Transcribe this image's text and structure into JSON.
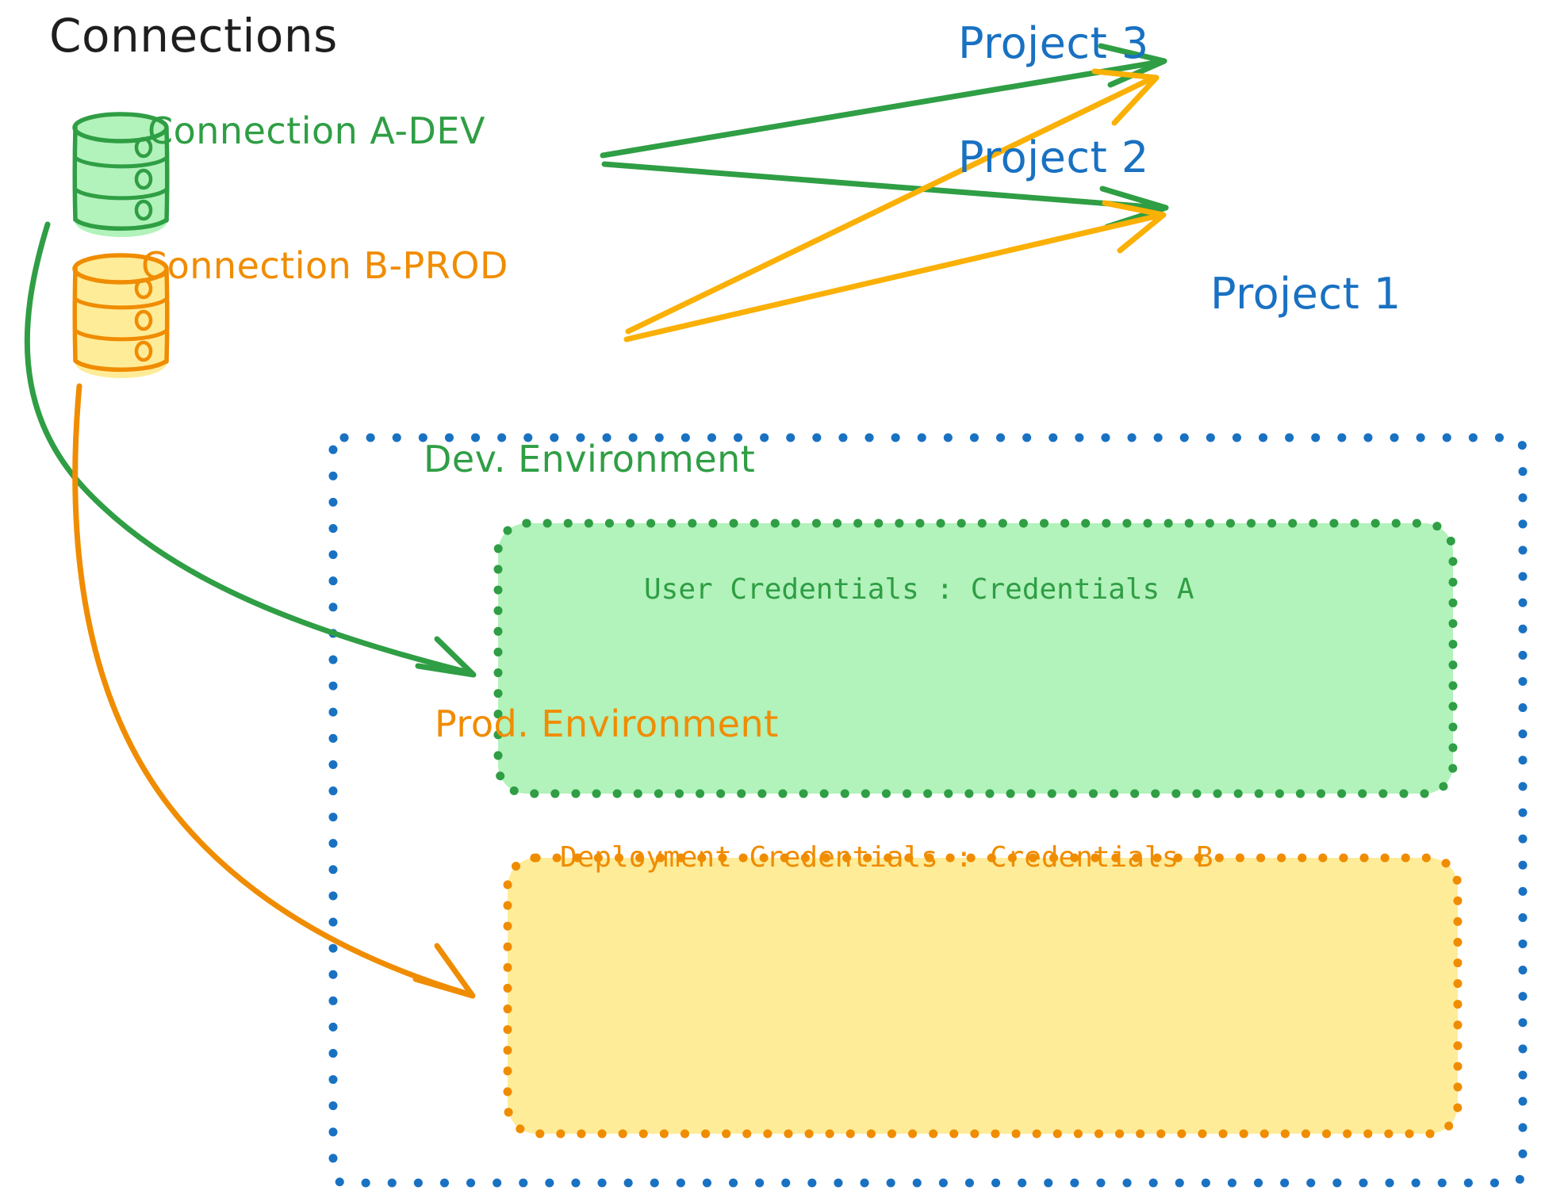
{
  "diagram": {
    "title": "Connections",
    "background": "#ffffff",
    "colors": {
      "green_stroke": "#2f9e44",
      "green_fill": "#b2f2bb",
      "orange_stroke": "#f08c00",
      "orange_fill": "#ffec99",
      "blue_stroke": "#1971c2",
      "ink": "#1e1e1e"
    }
  },
  "connections": [
    {
      "id": "connection-a-dev",
      "label": "Connection A-DEV",
      "color": "#2f9e44",
      "icon": "database-cylinder-icon",
      "targets": [
        "Project 3",
        "Project 2",
        "Dev. Environment"
      ]
    },
    {
      "id": "connection-b-prod",
      "label": "Connection B-PROD",
      "color": "#f08c00",
      "icon": "database-cylinder-icon",
      "targets": [
        "Project 3",
        "Project 2",
        "Prod. Environment"
      ]
    }
  ],
  "projects": [
    {
      "id": "project-3",
      "label": "Project 3"
    },
    {
      "id": "project-2",
      "label": "Project 2"
    },
    {
      "id": "project-1",
      "label": "Project 1"
    }
  ],
  "project_one": {
    "label": "Project 1",
    "border_style": "dotted",
    "border_color": "#1971c2",
    "environments": [
      {
        "id": "dev-environment",
        "label": "Dev. Environment",
        "credential_key": "User Credentials",
        "credential_separator": ":",
        "credential_value": "Credentials A",
        "credential_line": "User Credentials : Credentials A",
        "fill": "#b2f2bb",
        "stroke": "#2f9e44"
      },
      {
        "id": "prod-environment",
        "label": "Prod. Environment",
        "credential_key": "Deployment Credentials",
        "credential_separator": ":",
        "credential_value": "Credentials B",
        "credential_line": "Deployment Credentials : Credentials B",
        "fill": "#ffec99",
        "stroke": "#f08c00"
      }
    ]
  },
  "arrows": [
    {
      "id": "arrow-a-dev-to-project-3",
      "from": "Connection A-DEV",
      "to": "Project 3",
      "color": "#2f9e44"
    },
    {
      "id": "arrow-a-dev-to-project-2",
      "from": "Connection A-DEV",
      "to": "Project 2",
      "color": "#2f9e44"
    },
    {
      "id": "arrow-a-dev-to-dev-env",
      "from": "Connection A-DEV",
      "to": "Dev. Environment",
      "color": "#2f9e44"
    },
    {
      "id": "arrow-b-prod-to-project-3",
      "from": "Connection B-PROD",
      "to": "Project 3",
      "color": "#f08c00"
    },
    {
      "id": "arrow-b-prod-to-project-2",
      "from": "Connection B-PROD",
      "to": "Project 2",
      "color": "#f08c00"
    },
    {
      "id": "arrow-b-prod-to-prod-env",
      "from": "Connection B-PROD",
      "to": "Prod. Environment",
      "color": "#f08c00"
    }
  ]
}
